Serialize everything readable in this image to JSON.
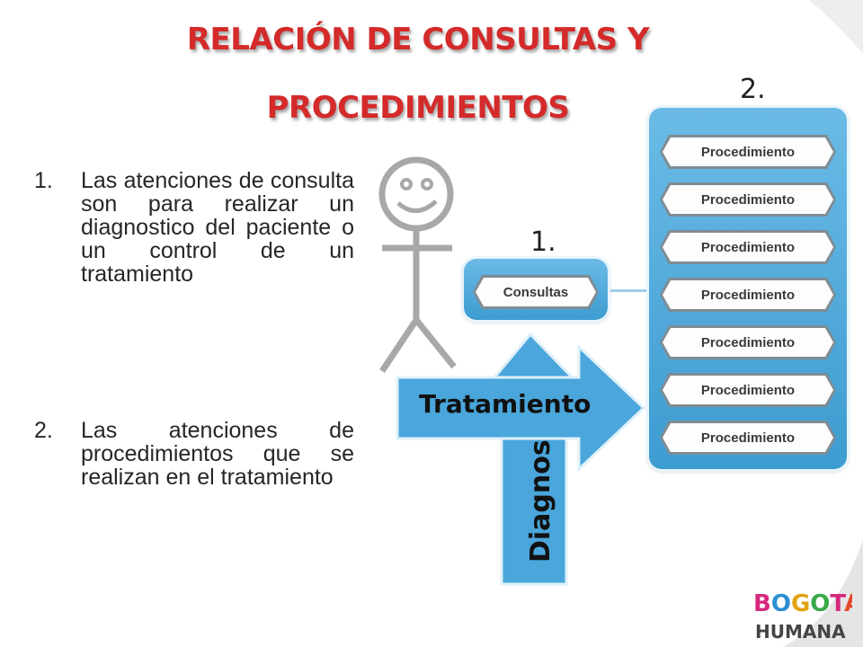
{
  "title": {
    "line1": "RELACIÓN DE CONSULTAS Y",
    "line2": "PROCEDIMIENTOS"
  },
  "list": [
    {
      "num": "1.",
      "text": "Las atenciones de consulta son para realizar un diagnostico del paciente o un control de un tratamiento"
    },
    {
      "num": "2.",
      "text": "Las atenciones de procedimientos que se realizan en el tratamiento"
    }
  ],
  "diagram": {
    "marker1": "1.",
    "marker2": "2.",
    "consultas": "Consultas",
    "procedimientos": [
      "Procedimiento",
      "Procedimiento",
      "Procedimiento",
      "Procedimiento",
      "Procedimiento",
      "Procedimiento",
      "Procedimiento"
    ],
    "arrow_up_label": "Diagnost",
    "arrow_right_label": "Tratamiento",
    "colors": {
      "box": "#4aa6db",
      "arrow": "#4aa6db",
      "title": "#d42a2a"
    }
  },
  "logo": {
    "line1": "BOGOTÁ",
    "line2": "HUMANA"
  }
}
